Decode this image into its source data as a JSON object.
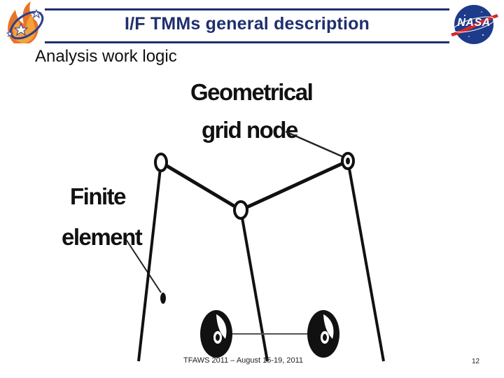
{
  "header": {
    "title": "I/F TMMs general description",
    "accent_color": "#1f2f6e"
  },
  "subtitle": "Analysis work logic",
  "logos": {
    "left": "space-shuttle-star-logo",
    "right_text": "NASA"
  },
  "diagram": {
    "label_geometrical": "Geometrical",
    "label_grid_node": "grid node",
    "label_finite": "Finite",
    "label_element": "element"
  },
  "footer": {
    "event": "TFAWS 2011 – August 15-19, 2011",
    "page_number": "12"
  }
}
